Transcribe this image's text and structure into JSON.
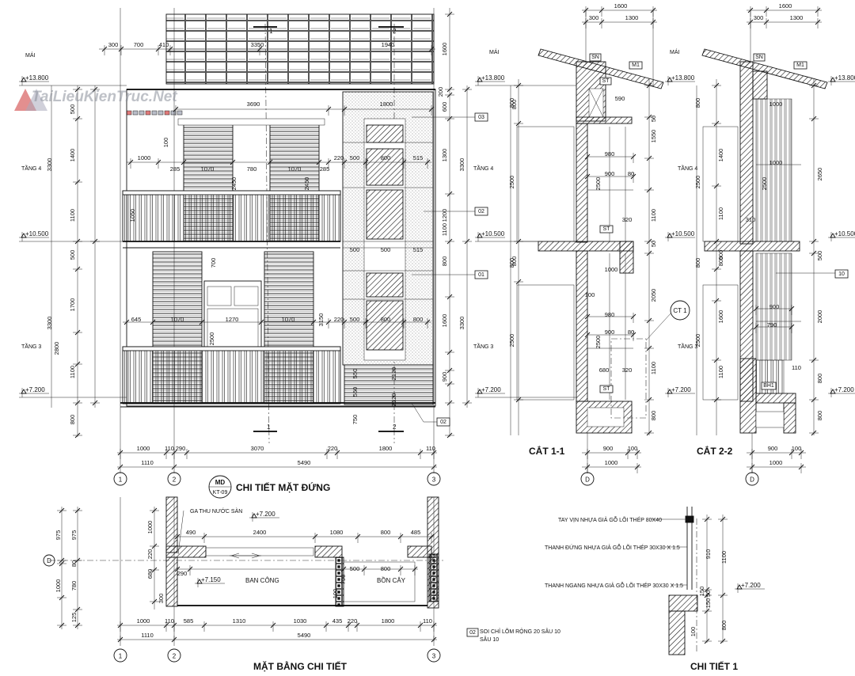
{
  "watermark": {
    "text": "TaiLieuKienTruc.Net"
  },
  "elevation": {
    "title": "CHI TIẾT MẶT ĐỨNG",
    "badge_top": "MD",
    "badge_bottom": "KT-09",
    "level_labels": [
      "MÁI",
      "TẦNG 4",
      "TẦNG 3"
    ],
    "levels": [
      "+13.800",
      "+10.500",
      "+7.200"
    ],
    "top_dims": [
      "300",
      "700",
      "410",
      "3350",
      "1940"
    ],
    "inner_dims": [
      "3690",
      "1800",
      "1000",
      "285",
      "1070",
      "780",
      "1070",
      "285",
      "220",
      "500",
      "800",
      "515",
      "645",
      "1070",
      "1270",
      "1070",
      "220",
      "500",
      "800",
      "500",
      "500",
      "800",
      "515",
      "100",
      "700",
      "2450",
      "2450",
      "1050",
      "2500",
      "3150",
      "2120",
      "2120"
    ],
    "left_dims": [
      "500",
      "1400",
      "1100",
      "500",
      "1700",
      "1100",
      "800",
      "3300",
      "3300",
      "2800"
    ],
    "right_dims": [
      "1600",
      "200",
      "600",
      "1300",
      "1200",
      "800",
      "1600",
      "1100",
      "900",
      "550",
      "550",
      "750",
      "3300",
      "3300"
    ],
    "bottom_dims_1": [
      "1000",
      "110",
      "290",
      "3070",
      "220",
      "1800",
      "110"
    ],
    "bottom_dims_2": [
      "1110",
      "5490"
    ],
    "grid_labels": [
      "1",
      "2",
      "3"
    ],
    "section_marks": [
      "1",
      "2",
      "1",
      "2"
    ],
    "callouts": [
      "03",
      "02",
      "01",
      "02"
    ]
  },
  "section_1_1": {
    "title": "CẮT 1-1",
    "level_labels": [
      "MÁI",
      "TẦNG 4",
      "TẦNG 3"
    ],
    "levels": [
      "+13.800",
      "+10.500",
      "+7.200"
    ],
    "top_dims": [
      "1600",
      "300",
      "1300"
    ],
    "tags": [
      "SN",
      "M1",
      "ST",
      "ST",
      "ST"
    ],
    "dims": [
      "590",
      "980",
      "900",
      "80",
      "320",
      "1000",
      "100",
      "980",
      "900",
      "80",
      "680",
      "320",
      "2500",
      "2500",
      "800",
      "800",
      "1550",
      "1100",
      "50",
      "50",
      "2050",
      "1100",
      "800"
    ],
    "left_dims": [
      "800",
      "2500",
      "800",
      "2500"
    ],
    "bottom_dims": [
      "900",
      "100",
      "1000"
    ],
    "grid_label": "D",
    "detail_tag": "CT 1"
  },
  "section_2_2": {
    "title": "CẮT 2-2",
    "level_labels": [
      "MÁI",
      "TẦNG 4",
      "TẦNG 3"
    ],
    "levels": [
      "+13.800",
      "+10.500",
      "+7.200"
    ],
    "top_dims": [
      "1600",
      "300",
      "1300"
    ],
    "tags": [
      "SN",
      "M1",
      "BH1"
    ],
    "dims": [
      "1000",
      "1000",
      "310",
      "900",
      "790",
      "110",
      "2650",
      "2000",
      "800",
      "500",
      "800",
      "2500",
      "1100",
      "1400",
      "500",
      "1600",
      "800",
      "1100"
    ],
    "left_dims": [
      "800",
      "2500",
      "800",
      "2500"
    ],
    "bottom_dims": [
      "900",
      "100",
      "1000"
    ],
    "grid_label": "D",
    "callout": "10"
  },
  "plan": {
    "title": "MẶT BẰNG CHI TIẾT",
    "level": "+7.200",
    "level_2": "+7.150",
    "labels": [
      "GA THU NƯỚC SÀN",
      "BAN CÔNG",
      "BỒN CÂY"
    ],
    "top_dims": [
      "490",
      "2400",
      "1080",
      "800",
      "485"
    ],
    "mid_dims": [
      "290",
      "500",
      "800"
    ],
    "left_dims": [
      "975",
      "975",
      "1000",
      "80",
      "780",
      "125",
      "1000",
      "220",
      "680",
      "300",
      "790",
      "100"
    ],
    "bottom_dims_1": [
      "1000",
      "110",
      "585",
      "1310",
      "1030",
      "435",
      "220",
      "1800",
      "110"
    ],
    "bottom_dims_2": [
      "1110",
      "5490"
    ],
    "grid_labels": [
      "1",
      "2",
      "3"
    ],
    "grid_d": "D"
  },
  "legend": {
    "tag": "02",
    "line1": "SOI CHỈ LÕM RỘNG 20 SÂU 10",
    "line2": "SÂU 10"
  },
  "detail_1": {
    "title": "CHI TIẾT 1",
    "notes": [
      "TAY VỊN NHỰA GIẢ GỖ LÕI THÉP 80X40",
      "THANH ĐỨNG NHỰA GIẢ GỖ LÕI THÉP 30X30 X 1.5",
      "THANH NGANG NHỰA GIẢ GỖ LÕI THÉP 30X30 X 1.5"
    ],
    "level": "+7.200",
    "dims": [
      "910",
      "1100",
      "150",
      "50",
      "150",
      "800",
      "100"
    ]
  }
}
